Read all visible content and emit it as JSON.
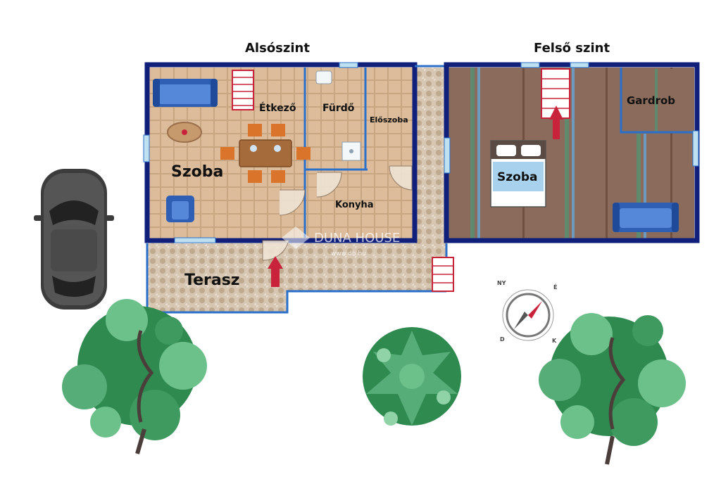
{
  "floors": {
    "lower": {
      "title": "Alsószint"
    },
    "upper": {
      "title": "Felső szint"
    }
  },
  "rooms": {
    "szoba_lower": "Szoba",
    "etkezo": "Étkező",
    "furdo": "Fürdő",
    "eloszoba": "Előszoba",
    "konyha": "Konyha",
    "terasz": "Terasz",
    "szoba_upper": "Szoba",
    "gardrob": "Gardrob"
  },
  "compass": {
    "north": "NY",
    "east": "É",
    "south": "D",
    "west": "K"
  },
  "watermark": {
    "brand": "DUNA HOUSE",
    "url": "www.dh.hu"
  },
  "colors": {
    "wall": "#0f1f7a",
    "tile": "#d8b896",
    "terrace": "#cdbba6",
    "upper_floor": "#8a6a5a",
    "sofa": "#3b6fc4",
    "arrow": "#c8233a",
    "tree_dark": "#2f8a4f",
    "tree_light": "#6cc08a",
    "car": "#4a4a4a"
  }
}
